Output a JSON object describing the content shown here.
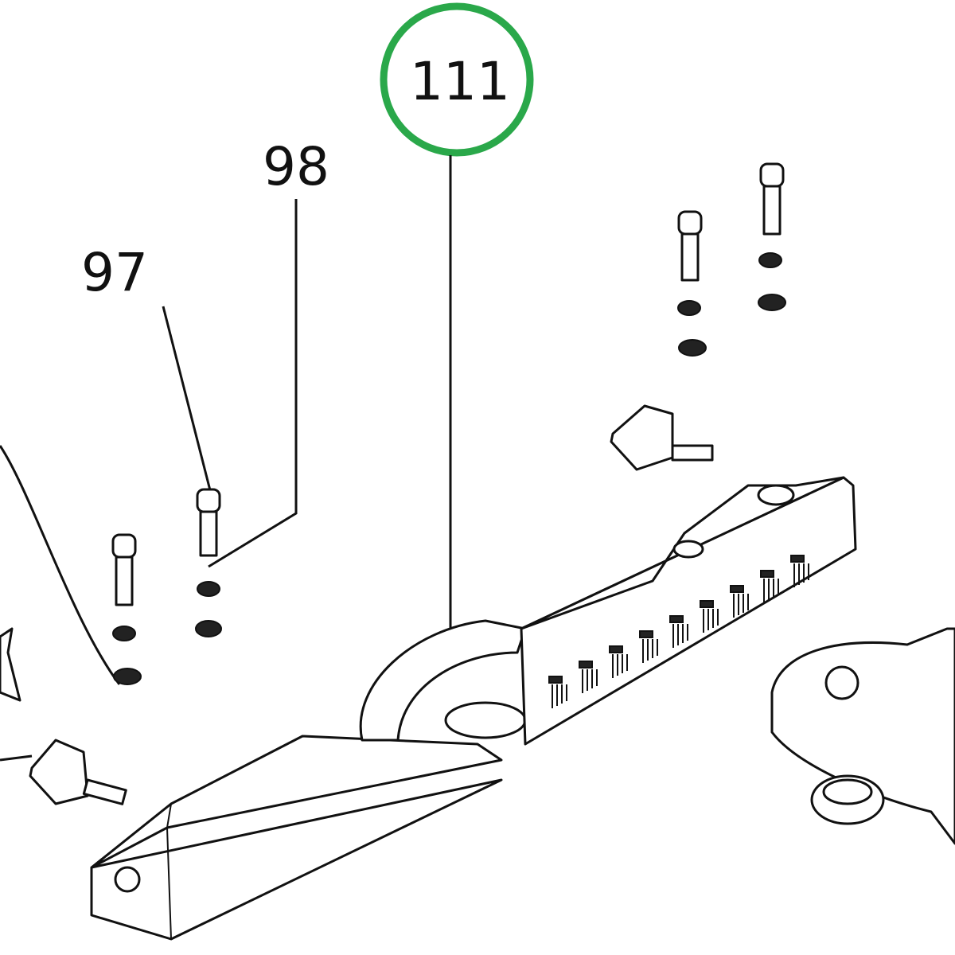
{
  "callouts": {
    "c111": "111",
    "c98": "98",
    "c97": "97"
  },
  "highlight": {
    "target": "111",
    "color": "#2aa84a"
  }
}
